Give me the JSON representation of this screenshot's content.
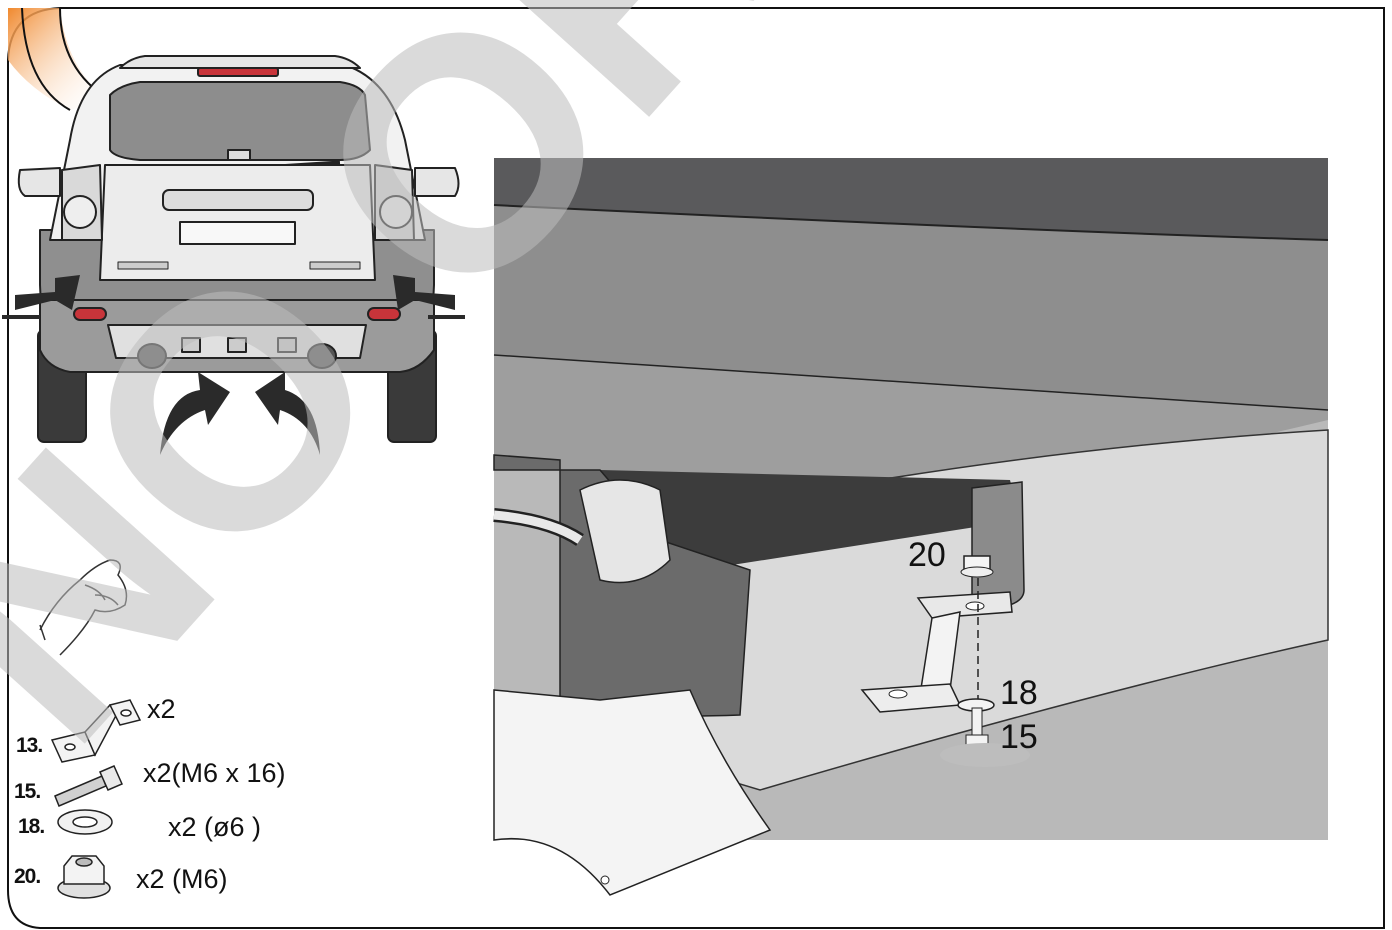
{
  "watermark": "NO ORIGINAL",
  "parts": [
    {
      "number": "13.",
      "quantity": "x2",
      "icon": "bracket-icon"
    },
    {
      "number": "15.",
      "quantity": "x2(M6 x 16)",
      "icon": "bolt-icon"
    },
    {
      "number": "18.",
      "quantity": "x2 (ø6 )",
      "icon": "washer-icon"
    },
    {
      "number": "20.",
      "quantity": "x2 (M6)",
      "icon": "nut-icon"
    }
  ],
  "callouts": {
    "nut": "20",
    "washer": "18",
    "bolt": "15"
  },
  "colors": {
    "frame": "#111111",
    "accent": "#f0892e",
    "watermark": "#c8c8c8",
    "body": "#a8a8a8",
    "dark": "#5a5a5c"
  }
}
